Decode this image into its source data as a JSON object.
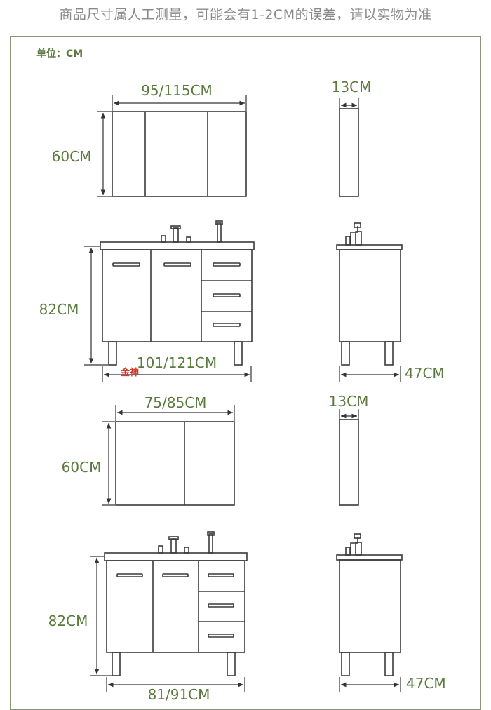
{
  "header": {
    "notice": "商品尺寸属人工测量，可能会有1-2CM的误差，请以实物为准"
  },
  "unit_label": "单位：CM",
  "dimensions": {
    "mirror_large_width": "95/115CM",
    "mirror_large_height": "60CM",
    "mirror_large_depth": "13CM",
    "cabinet_large_width": "101/121CM",
    "cabinet_large_height": "82CM",
    "cabinet_large_depth": "47CM",
    "mirror_small_width": "75/85CM",
    "mirror_small_height": "60CM",
    "mirror_small_depth": "13CM",
    "cabinet_small_width": "81/91CM",
    "cabinet_small_height": "82CM",
    "cabinet_small_depth": "47CM"
  },
  "watermark": "金神",
  "colors": {
    "label": "#5b7a3d",
    "line": "#3a3a3a",
    "frame": "#8a9478",
    "notice": "#8a8a8a"
  }
}
